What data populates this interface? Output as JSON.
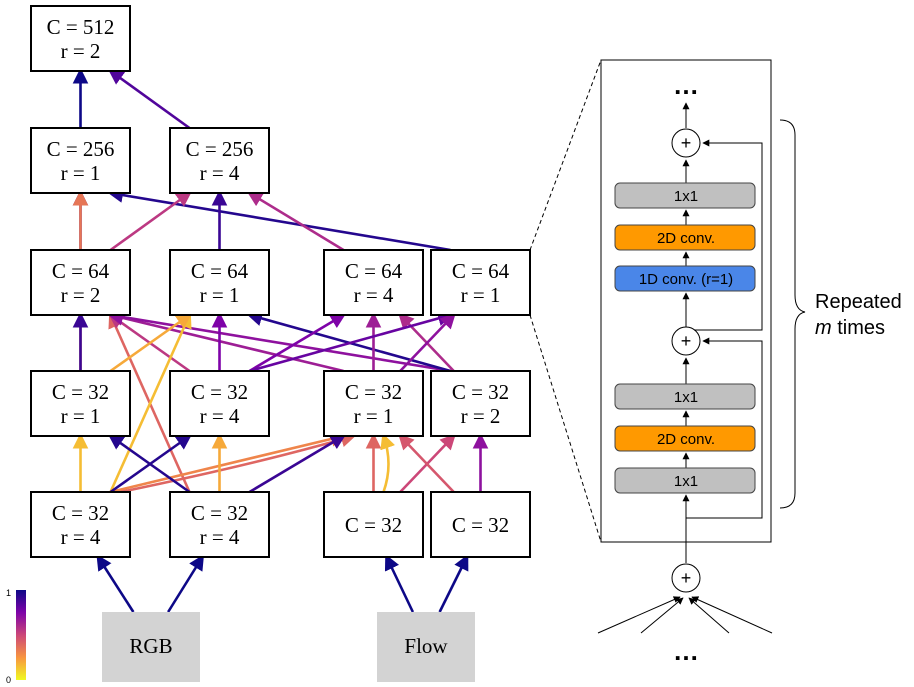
{
  "nodes": [
    {
      "id": "n512",
      "c": "C = 512",
      "r": "r = 2"
    },
    {
      "id": "n256a",
      "c": "C = 256",
      "r": "r = 1"
    },
    {
      "id": "n256b",
      "c": "C = 256",
      "r": "r = 4"
    },
    {
      "id": "n64a",
      "c": "C = 64",
      "r": "r = 2"
    },
    {
      "id": "n64b",
      "c": "C = 64",
      "r": "r = 1"
    },
    {
      "id": "n64c",
      "c": "C = 64",
      "r": "r = 4"
    },
    {
      "id": "n64d",
      "c": "C = 64",
      "r": "r = 1"
    },
    {
      "id": "n32a",
      "c": "C = 32",
      "r": "r = 1"
    },
    {
      "id": "n32b",
      "c": "C = 32",
      "r": "r = 4"
    },
    {
      "id": "n32c",
      "c": "C = 32",
      "r": "r = 1"
    },
    {
      "id": "n32d",
      "c": "C = 32",
      "r": "r = 2"
    },
    {
      "id": "n32e",
      "c": "C = 32",
      "r": "r = 4"
    },
    {
      "id": "n32f",
      "c": "C = 32",
      "r": "r = 4"
    },
    {
      "id": "n32g",
      "c": "C = 32",
      "r": ""
    },
    {
      "id": "n32h",
      "c": "C = 32",
      "r": ""
    }
  ],
  "inputs": {
    "rgb": "RGB",
    "flow": "Flow"
  },
  "colorbar": {
    "max_label": "1",
    "min_label": "0",
    "colors": [
      "#0d0887",
      "#7e03a8",
      "#cc4778",
      "#f89540",
      "#f0f921"
    ]
  },
  "connections": [
    {
      "from": "n256a",
      "to": "n512",
      "weight": 1.0
    },
    {
      "from": "n256b",
      "to": "n512",
      "weight": 0.85
    },
    {
      "from": "n64a",
      "to": "n256a",
      "weight": 0.9
    },
    {
      "from": "n32a",
      "to": "n256a",
      "weight": 0.35
    },
    {
      "from": "n64d",
      "to": "n256a",
      "weight": 0.95
    },
    {
      "from": "n64a",
      "to": "n256b",
      "weight": 0.55
    },
    {
      "from": "n64b",
      "to": "n256b",
      "weight": 0.9
    },
    {
      "from": "n64c",
      "to": "n256b",
      "weight": 0.6
    },
    {
      "from": "n32a",
      "to": "n64a",
      "weight": 0.9
    },
    {
      "from": "n32f",
      "to": "n64a",
      "weight": 0.4
    },
    {
      "from": "n32b",
      "to": "n64a",
      "weight": 0.55
    },
    {
      "from": "n32c",
      "to": "n64a",
      "weight": 0.65
    },
    {
      "from": "n32d",
      "to": "n64a",
      "weight": 0.7
    },
    {
      "from": "n32b",
      "to": "n64b",
      "weight": 0.75
    },
    {
      "from": "n32e",
      "to": "n64b",
      "weight": 0.15
    },
    {
      "from": "n32d",
      "to": "n64b",
      "weight": 0.95
    },
    {
      "from": "n32a",
      "to": "n64b",
      "weight": 0.2
    },
    {
      "from": "n32b",
      "to": "n64c",
      "weight": 0.75
    },
    {
      "from": "n32c",
      "to": "n64c",
      "weight": 0.65
    },
    {
      "from": "n32d",
      "to": "n64c",
      "weight": 0.6
    },
    {
      "from": "n32b",
      "to": "n64d",
      "weight": 0.8
    },
    {
      "from": "n32c",
      "to": "n64d",
      "weight": 0.7
    },
    {
      "from": "n32e",
      "to": "n32c",
      "weight": 0.3
    },
    {
      "from": "n32e",
      "to": "n32c",
      "weight": 0.4
    },
    {
      "from": "n32e",
      "to": "n32b",
      "weight": 0.95
    },
    {
      "from": "n32f",
      "to": "n32a",
      "weight": 0.95
    },
    {
      "from": "n32e",
      "to": "n32a",
      "weight": 0.15
    },
    {
      "from": "n32f",
      "to": "n32b",
      "weight": 0.2
    },
    {
      "from": "n32f",
      "to": "n32c",
      "weight": 0.9
    },
    {
      "from": "n32g",
      "to": "n32c",
      "weight": 0.4
    },
    {
      "from": "n32g",
      "to": "n32c",
      "weight": 0.15
    },
    {
      "from": "n32g",
      "to": "n32d",
      "weight": 0.5
    },
    {
      "from": "n32h",
      "to": "n32c",
      "weight": 0.45
    },
    {
      "from": "n32h",
      "to": "n32d",
      "weight": 0.7
    },
    {
      "from": "rgb",
      "to": "n32e",
      "weight": 1.0
    },
    {
      "from": "rgb",
      "to": "n32f",
      "weight": 1.0
    },
    {
      "from": "flow",
      "to": "n32g",
      "weight": 1.0
    },
    {
      "from": "flow",
      "to": "n32h",
      "weight": 1.0
    }
  ],
  "block": {
    "top_ellipsis": "…",
    "bottom_ellipsis": "…",
    "plus": "+",
    "layers_upper": [
      {
        "label": "1x1",
        "color": "#c0c0c0"
      },
      {
        "label": "2D conv.",
        "color": "#ff9900"
      },
      {
        "label": "1D conv. (r=1)",
        "color": "#4a86e8"
      }
    ],
    "layers_lower": [
      {
        "label": "1x1",
        "color": "#c0c0c0"
      },
      {
        "label": "2D conv.",
        "color": "#ff9900"
      },
      {
        "label": "1x1",
        "color": "#c0c0c0"
      }
    ],
    "repeat_label_line1": "Repeated",
    "repeat_label_var": "m",
    "repeat_label_rest": " times"
  }
}
